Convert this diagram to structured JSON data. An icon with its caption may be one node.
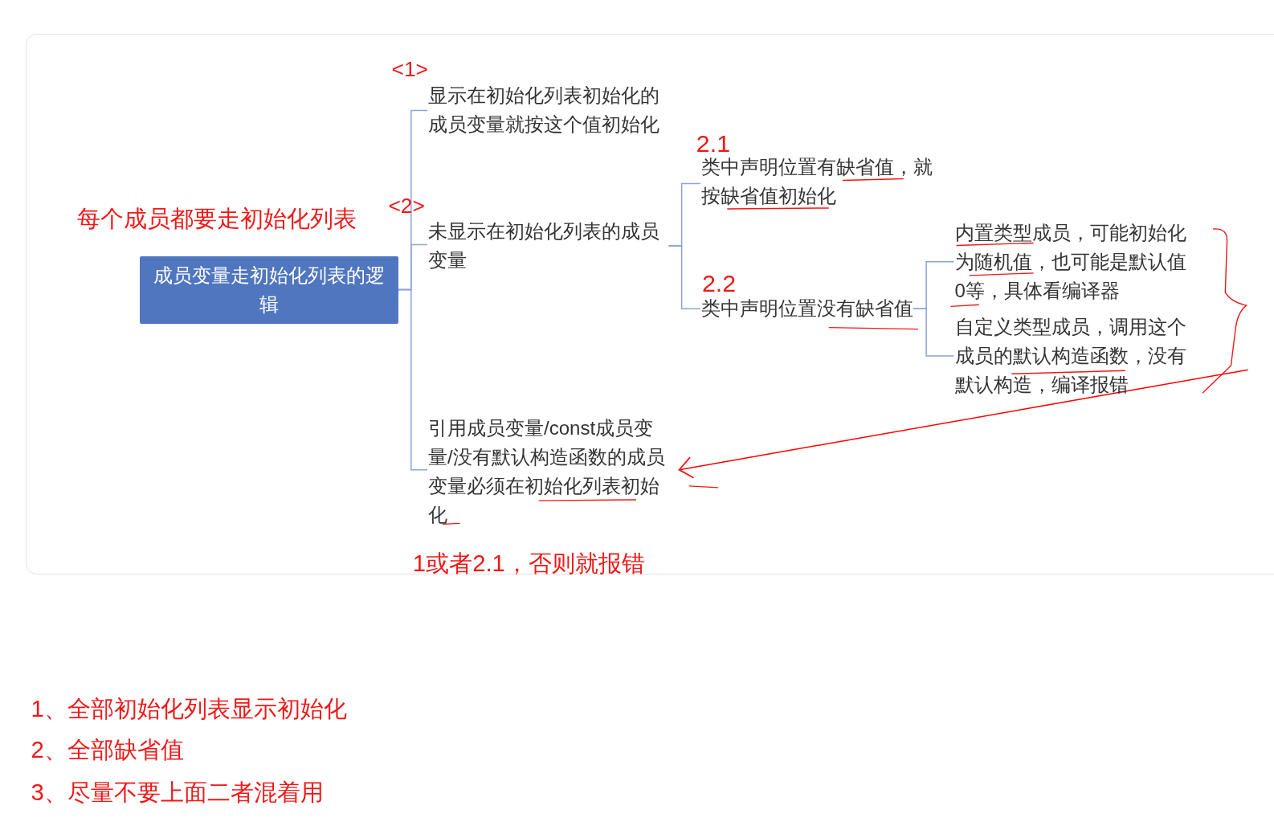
{
  "diagram": {
    "nodes": [
      {
        "text": [
          "成员变量走初始化列表的逻辑"
        ]
      },
      {
        "text": [
          "显示在初始化列表初始化的成员变量就按这个值初始化"
        ]
      },
      {
        "text": [
          "未显示在初始化列表的成员变量"
        ]
      },
      {
        "text": [
          "引用成员变量/const成员变量/没有默认构造函数的成员变量必须在初始化列表初始化"
        ]
      },
      {
        "text": [
          "类中声明位置有缺省值，就按缺省值初始化"
        ]
      },
      {
        "text": [
          "类中声明位置没有缺省值"
        ]
      },
      {
        "text": [
          "内置类型成员，可能初始化为随机值，也可能是默认值0等，具体看编译器"
        ]
      },
      {
        "text": [
          "自定义类型成员，调用这个成员的默认构造函数，没有默认构造，编译报错"
        ]
      },
      {
        "text": [],
        "shape": "brace"
      }
    ],
    "edges": [
      {
        "from": 0,
        "to": 1,
        "arrow": "none"
      },
      {
        "from": 0,
        "to": 2,
        "arrow": "none"
      },
      {
        "from": 0,
        "to": 3,
        "arrow": "none"
      },
      {
        "from": 2,
        "to": 4,
        "arrow": "none"
      },
      {
        "from": 2,
        "to": 5,
        "arrow": "none"
      },
      {
        "from": 5,
        "to": 6,
        "arrow": "none"
      },
      {
        "from": 5,
        "to": 7,
        "arrow": "none"
      },
      {
        "from": 8,
        "to": 3,
        "arrow": "to",
        "color": "#ff0000"
      }
    ],
    "labels": [
      "<1>",
      "2.1",
      "<2>",
      "每个成员都要走初始化列表",
      "2.2",
      "1或者2.1，否则就报错",
      "1、全部初始化列表显示初始化",
      "2、全部缺省值",
      "3、尽量不要上面二者混着用"
    ]
  }
}
